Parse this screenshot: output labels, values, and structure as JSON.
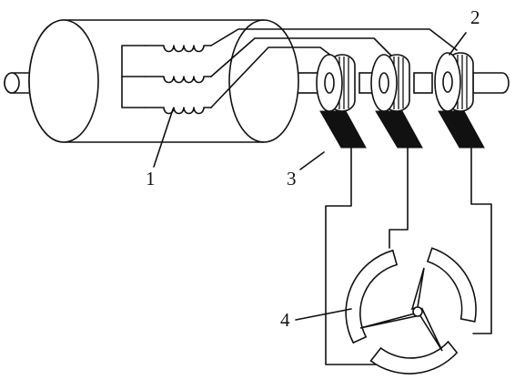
{
  "diagram": {
    "labels": {
      "coils": "1",
      "slip_rings": "2",
      "brushes": "3",
      "stator": "4"
    }
  }
}
